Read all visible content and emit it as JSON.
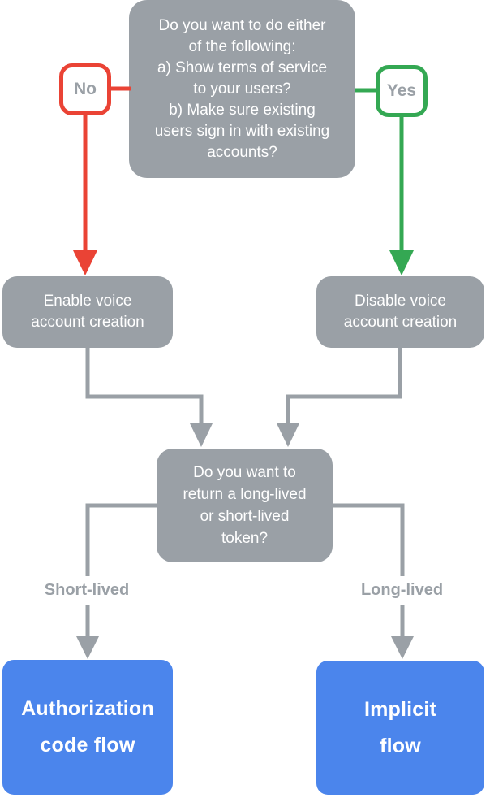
{
  "diagram": {
    "colors": {
      "node_gray": "#9AA0A6",
      "connector_gray": "#9AA0A6",
      "no_red": "#EA4335",
      "yes_green": "#34A853",
      "result_blue": "#4B85EC",
      "node_text": "#FFFFFF",
      "edge_label_text": "#9AA0A6",
      "background": "#FFFFFF"
    },
    "nodes": {
      "question_top": {
        "text": "Do you want to do either\nof the following:\na) Show terms of service\nto your users?\nb) Make sure existing\nusers sign in with existing\naccounts?"
      },
      "enable_voice": {
        "text": "Enable voice\naccount creation"
      },
      "disable_voice": {
        "text": "Disable voice\naccount creation"
      },
      "question_token": {
        "text": "Do you want to\nreturn a long-lived\nor short-lived\ntoken?"
      },
      "authorization_code_flow": {
        "text": "Authorization\ncode flow"
      },
      "implicit_flow": {
        "text": "Implicit\nflow"
      }
    },
    "edge_labels": {
      "no": "No",
      "yes": "Yes",
      "short_lived": "Short-lived",
      "long_lived": "Long-lived"
    }
  }
}
